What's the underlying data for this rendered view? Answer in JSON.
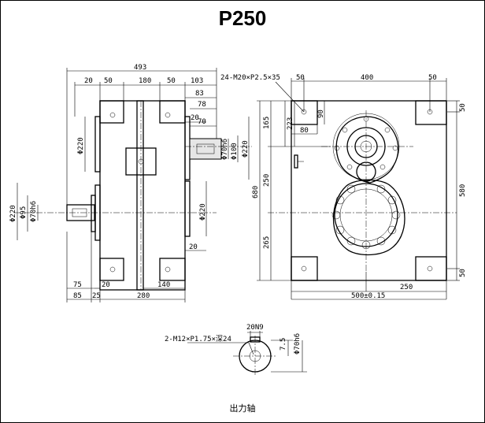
{
  "title": "P250",
  "caption": "出力轴",
  "side_view": {
    "top": [
      "493",
      "20",
      "50",
      "180",
      "50",
      "103",
      "83",
      "78",
      "70"
    ],
    "left": [
      "Φ220",
      "Φ220",
      "Φ95",
      "Φ70h6"
    ],
    "right": [
      "Φ70h6",
      "Φ100",
      "Φ220",
      "Φ220"
    ],
    "inner": [
      "20",
      "20",
      "140"
    ],
    "bottom": [
      "75",
      "20",
      "85",
      "25",
      "280"
    ]
  },
  "front_view": {
    "thread": "24-M20×P2.5×35",
    "top": [
      "50",
      "400",
      "50"
    ],
    "left": [
      "680",
      "165",
      "250",
      "265"
    ],
    "inner": [
      "223",
      "80",
      "90"
    ],
    "right": [
      "50",
      "580",
      "50"
    ],
    "bottom": [
      "250",
      "500±0.15"
    ]
  },
  "shaft": {
    "key": "20N9",
    "thread": "2-M12×P1.75×深24",
    "depth": "7.5",
    "dia": "Φ70h6"
  }
}
